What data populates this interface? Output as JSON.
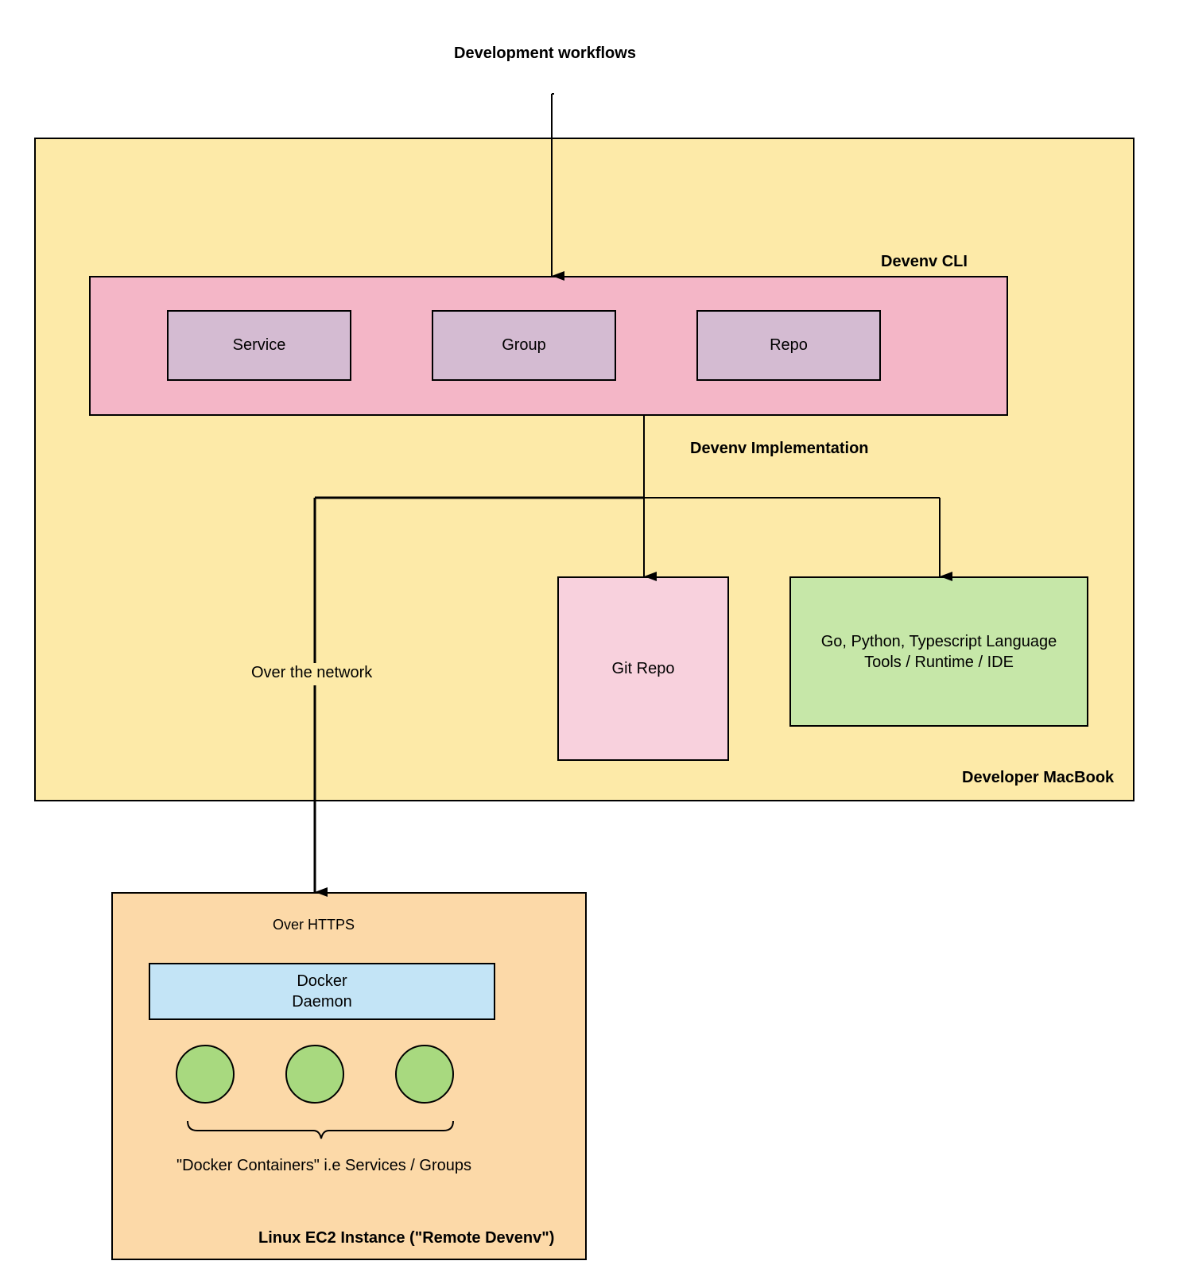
{
  "title": "Development workflows",
  "macbook": {
    "label": "Developer MacBook",
    "fill": "#fdeaa8"
  },
  "cli": {
    "label": "Devenv CLI",
    "fill": "#f4b6c7",
    "items": [
      {
        "label": "Service"
      },
      {
        "label": "Group"
      },
      {
        "label": "Repo"
      }
    ],
    "item_fill": "#d4bbd2"
  },
  "implementation": {
    "label": "Devenv Implementation"
  },
  "git_repo": {
    "label": "Git Repo",
    "fill": "#f8d1dd"
  },
  "language_tools": {
    "label": "Go, Python, Typescript Language\nTools / Runtime / IDE",
    "fill": "#c6e7a8"
  },
  "network": {
    "label": "Over the network"
  },
  "ec2": {
    "label": "Linux EC2 Instance (\"Remote Devenv\")",
    "fill": "#fcd9a8",
    "https_label": "Over HTTPS",
    "docker_daemon": {
      "label": "Docker\nDaemon",
      "fill": "#c3e4f6"
    },
    "containers": {
      "count_label": "",
      "circle_fill": "#a8d97f",
      "caption": "\"Docker Containers\" i.e Services / Groups"
    }
  }
}
